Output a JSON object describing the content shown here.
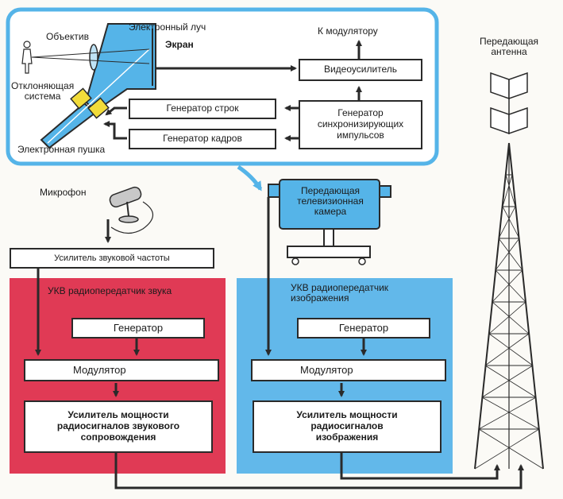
{
  "camera_section": {
    "lens": "Объектив",
    "electron_beam": "Электронный луч",
    "screen": "Экран",
    "deflection_system": "Отклоняющая\nсистема",
    "electron_gun": "Электронная пушка",
    "to_modulator": "К модулятору",
    "video_amplifier": "Видеоусилитель",
    "line_generator": "Генератор строк",
    "frame_generator": "Генератор кадров",
    "sync_generator": "Генератор\nсинхронизирующих\nимпульсов"
  },
  "tv_camera": "Передающая\nтелевизионная\nкамера",
  "antenna": "Передающая\nантенна",
  "microphone": "Микрофон",
  "audio_amplifier": "Усилитель звуковой частоты",
  "sound_transmitter": {
    "title": "УКВ радиопередатчик звука",
    "generator": "Генератор",
    "modulator": "Модулятор",
    "power_amplifier": "Усилитель мощности\nрадиосигналов звукового\nсопровождения"
  },
  "image_transmitter": {
    "title": "УКВ радиопередатчик\nизображения",
    "generator": "Генератор",
    "modulator": "Модулятор",
    "power_amplifier": "Усилитель мощности\nрадиосигналов\nизображения"
  },
  "colors": {
    "camera_blue": "#55b4e8",
    "panel_blue": "#62b8ea",
    "panel_red": "#e03a55",
    "line": "#2a2a2a"
  }
}
